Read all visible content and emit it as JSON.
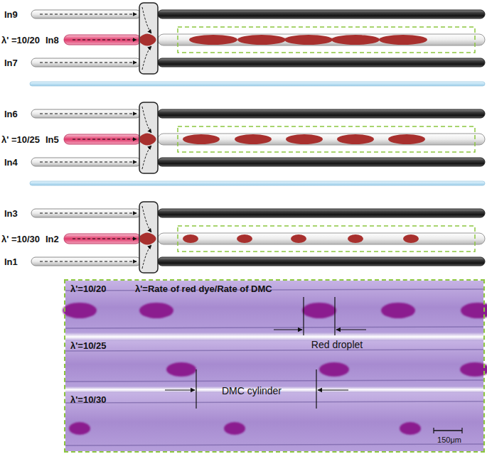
{
  "diagram": {
    "nodes": [
      {
        "text": [
          "λ'=10/20",
          "λ'=Rate of red dye/Rate of DMC",
          "Red droplet",
          "λ'=10/25",
          "DMC cylinder",
          "λ'=10/30",
          "150μm"
        ]
      }
    ],
    "labels": [
      "In9",
      "λ' =10/20",
      "In8",
      "In7",
      "In6",
      "λ' =10/25",
      "In5",
      "In4",
      "In3",
      "λ' =10/30",
      "In2",
      "In1"
    ]
  }
}
